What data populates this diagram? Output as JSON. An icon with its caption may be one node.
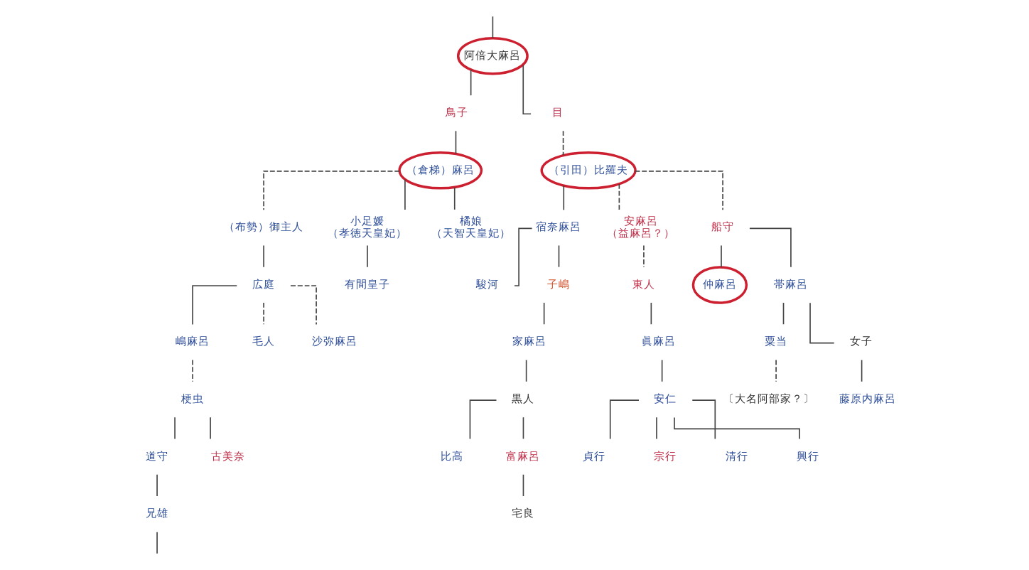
{
  "diagram": {
    "nodes": [
      {
        "text": [
          "阿倍大麻呂"
        ]
      },
      {
        "text": [
          "鳥子"
        ]
      },
      {
        "text": [
          "目"
        ]
      },
      {
        "text": [
          "（倉梯）麻呂"
        ]
      },
      {
        "text": [
          "（引田）比羅夫"
        ]
      },
      {
        "text": [
          "（布勢）御主人"
        ]
      },
      {
        "text": [
          "小足媛",
          "（孝徳天皇妃）"
        ]
      },
      {
        "text": [
          "橘娘",
          "（天智天皇妃）"
        ]
      },
      {
        "text": [
          "宿奈麻呂"
        ]
      },
      {
        "text": [
          "安麻呂",
          "（益麻呂？）"
        ]
      },
      {
        "text": [
          "船守"
        ]
      },
      {
        "text": [
          "広庭"
        ]
      },
      {
        "text": [
          "有間皇子"
        ]
      },
      {
        "text": [
          "駿河"
        ]
      },
      {
        "text": [
          "子嶋"
        ]
      },
      {
        "text": [
          "東人"
        ]
      },
      {
        "text": [
          "仲麻呂"
        ]
      },
      {
        "text": [
          "帯麻呂"
        ]
      },
      {
        "text": [
          "嶋麻呂"
        ]
      },
      {
        "text": [
          "毛人"
        ]
      },
      {
        "text": [
          "沙弥麻呂"
        ]
      },
      {
        "text": [
          "家麻呂"
        ]
      },
      {
        "text": [
          "眞麻呂"
        ]
      },
      {
        "text": [
          "粟当"
        ]
      },
      {
        "text": [
          "女子"
        ]
      },
      {
        "text": [
          "梗虫"
        ]
      },
      {
        "text": [
          "黒人"
        ]
      },
      {
        "text": [
          "安仁"
        ]
      },
      {
        "text": [
          "〔大名阿部家？〕"
        ]
      },
      {
        "text": [
          "藤原内麻呂"
        ]
      },
      {
        "text": [
          "道守"
        ]
      },
      {
        "text": [
          "古美奈"
        ]
      },
      {
        "text": [
          "比高"
        ]
      },
      {
        "text": [
          "富麻呂"
        ]
      },
      {
        "text": [
          "貞行"
        ]
      },
      {
        "text": [
          "宗行"
        ]
      },
      {
        "text": [
          "清行"
        ]
      },
      {
        "text": [
          "興行"
        ]
      },
      {
        "text": [
          "兄雄"
        ]
      },
      {
        "text": [
          "宅良"
        ]
      }
    ],
    "edges": [
      {
        "from": null,
        "to": 0,
        "arrow": "none"
      },
      {
        "from": 0,
        "to": 1,
        "arrow": "none"
      },
      {
        "from": 0,
        "to": 2,
        "arrow": "none"
      },
      {
        "from": 1,
        "to": 3,
        "arrow": "none"
      },
      {
        "from": 2,
        "to": 4,
        "arrow": "none",
        "style": "dashed"
      },
      {
        "from": 3,
        "to": 5,
        "arrow": "none",
        "style": "dashed"
      },
      {
        "from": 3,
        "to": 6,
        "arrow": "none"
      },
      {
        "from": 3,
        "to": 7,
        "arrow": "none"
      },
      {
        "from": 4,
        "to": 8,
        "arrow": "none"
      },
      {
        "from": 4,
        "to": 9,
        "arrow": "none",
        "style": "dashed"
      },
      {
        "from": 4,
        "to": 10,
        "arrow": "none",
        "style": "dashed"
      },
      {
        "from": 5,
        "to": 11,
        "arrow": "none"
      },
      {
        "from": 6,
        "to": 12,
        "arrow": "none"
      },
      {
        "from": 8,
        "to": 13,
        "arrow": "none"
      },
      {
        "from": 8,
        "to": 14,
        "arrow": "none"
      },
      {
        "from": 9,
        "to": 15,
        "arrow": "none",
        "style": "dashed"
      },
      {
        "from": 10,
        "to": 16,
        "arrow": "none"
      },
      {
        "from": 10,
        "to": 17,
        "arrow": "none"
      },
      {
        "from": 11,
        "to": 18,
        "arrow": "none"
      },
      {
        "from": 11,
        "to": 19,
        "arrow": "none",
        "style": "dashed"
      },
      {
        "from": 11,
        "to": 20,
        "arrow": "none",
        "style": "dashed"
      },
      {
        "from": 14,
        "to": 21,
        "arrow": "none"
      },
      {
        "from": 15,
        "to": 22,
        "arrow": "none"
      },
      {
        "from": 17,
        "to": 23,
        "arrow": "none"
      },
      {
        "from": 17,
        "to": 24,
        "arrow": "none"
      },
      {
        "from": 18,
        "to": 25,
        "arrow": "none",
        "style": "dashed"
      },
      {
        "from": 21,
        "to": 26,
        "arrow": "none"
      },
      {
        "from": 22,
        "to": 27,
        "arrow": "none"
      },
      {
        "from": 23,
        "to": 28,
        "arrow": "none",
        "style": "dashed"
      },
      {
        "from": 24,
        "to": 29,
        "arrow": "none"
      },
      {
        "from": 25,
        "to": 30,
        "arrow": "none"
      },
      {
        "from": 25,
        "to": 31,
        "arrow": "none"
      },
      {
        "from": 26,
        "to": 32,
        "arrow": "none"
      },
      {
        "from": 26,
        "to": 33,
        "arrow": "none"
      },
      {
        "from": 27,
        "to": 34,
        "arrow": "none"
      },
      {
        "from": 27,
        "to": 35,
        "arrow": "none"
      },
      {
        "from": 27,
        "to": 36,
        "arrow": "none"
      },
      {
        "from": 27,
        "to": 37,
        "arrow": "none"
      },
      {
        "from": 30,
        "to": 38,
        "arrow": "none"
      },
      {
        "from": 33,
        "to": 39,
        "arrow": "none"
      },
      {
        "from": 38,
        "to": null,
        "arrow": "none"
      }
    ]
  }
}
